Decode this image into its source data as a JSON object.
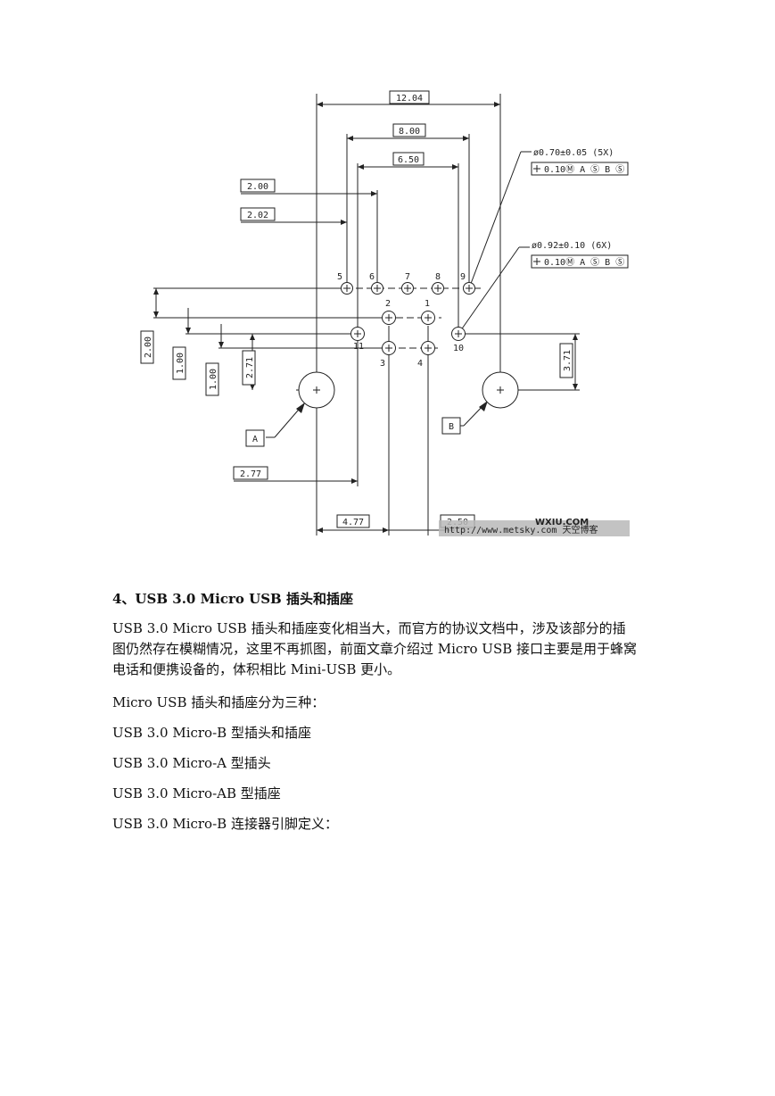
{
  "drawing": {
    "dims": {
      "d1204": "12.04",
      "d800": "8.00",
      "d650": "6.50",
      "d200a": "2.00",
      "d202": "2.02",
      "d200v": "2.00",
      "d100a": "1.00",
      "d100b": "1.00",
      "d271": "2.71",
      "d371": "3.71",
      "d277": "2.77",
      "d477": "4.77",
      "d250": "2.50"
    },
    "callouts": {
      "hole1": "ø0.70±0.05 (5X)",
      "tol1": "0.10Ⓜ A Ⓢ B Ⓢ",
      "hole2": "ø0.92±0.10 (6X)",
      "tol2": "0.10Ⓜ A Ⓢ B Ⓢ"
    },
    "datums": {
      "a": "A",
      "b": "B"
    },
    "pins": {
      "p1": "1",
      "p2": "2",
      "p3": "3",
      "p4": "4",
      "p5": "5",
      "p6": "6",
      "p7": "7",
      "p8": "8",
      "p9": "9",
      "p10": "10",
      "p11": "11"
    },
    "watermark": {
      "logo": "WXIU.COM",
      "url": "http://www.metsky.com 天空博客"
    }
  },
  "content": {
    "heading": "4、USB 3.0 Micro USB 插头和插座",
    "para_lines": [
      "USB 3.0 Micro USB 插头和插座变化相当大，而官方的协议文档中，涉及该部分的插",
      "图仍然存在模糊情况，这里不再抓图，前面文章介绍过 Micro USB 接口主要是用于蜂窝",
      "电话和便携设备的，体积相比 Mini-USB 更小。"
    ],
    "p2": "Micro USB 插头和插座分为三种：",
    "p3": "USB 3.0 Micro-B 型插头和插座",
    "p4": "USB 3.0 Micro-A 型插头",
    "p5": "USB 3.0 Micro-AB 型插座",
    "p6": "USB 3.0 Micro-B 连接器引脚定义："
  }
}
